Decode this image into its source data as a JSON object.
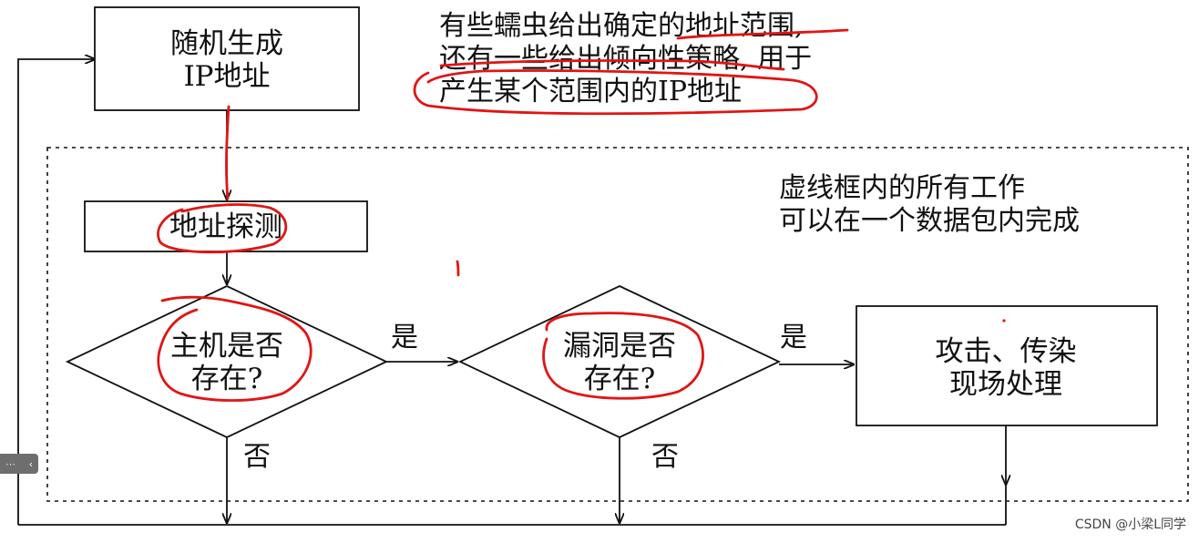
{
  "nodes": {
    "random_ip": {
      "line1": "随机生成",
      "line2": "IP地址"
    },
    "address_probe": {
      "label": "地址探测"
    },
    "host_exists": {
      "line1": "主机是否",
      "line2": "存在?"
    },
    "vuln_exists": {
      "line1": "漏洞是否",
      "line2": "存在?"
    },
    "attack": {
      "line1": "攻击、传染",
      "line2": "现场处理"
    }
  },
  "edge_labels": {
    "host_yes": "是",
    "host_no": "否",
    "vuln_yes": "是",
    "vuln_no": "否"
  },
  "notes": {
    "top": {
      "line1": "有些蠕虫给出确定的地址范围,",
      "line2": "还有一些给出倾向性策略, 用于",
      "line3": "产生某个范围内的IP地址"
    },
    "dashed_box": {
      "line1": "虚线框内的所有工作",
      "line2": "可以在一个数据包内完成"
    }
  },
  "watermark": "CSDN @小梁L同学",
  "edge_tab": {
    "icon": "chevron-left-icon"
  },
  "colors": {
    "ink": "#111111",
    "annotation": "#e01515"
  }
}
